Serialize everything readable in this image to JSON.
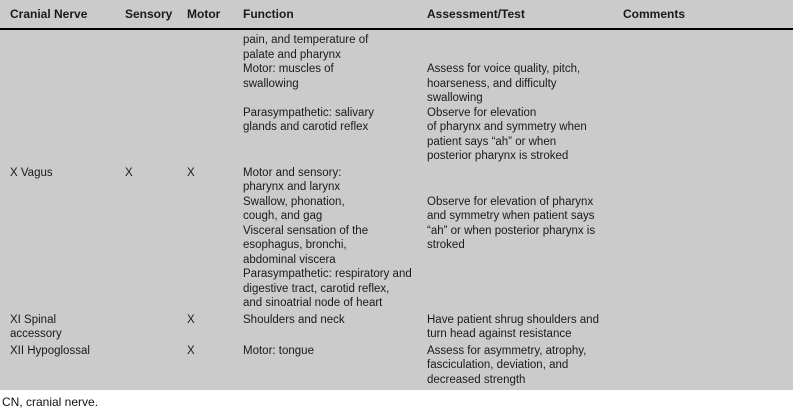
{
  "table": {
    "headers": [
      "Cranial Nerve",
      "Sensory",
      "Motor",
      "Function",
      "Assessment/Test",
      "Comments"
    ],
    "rows": [
      {
        "nerve": "",
        "sensory": "",
        "motor": "",
        "function": "pain, and temperature of\npalate and pharynx\nMotor: muscles of\nswallowing\n\nParasympathetic: salivary\nglands and carotid reflex",
        "assessment": "\n\nAssess for voice quality, pitch,\nhoarseness, and difficulty\nswallowing\nObserve for elevation\nof pharynx and symmetry when\npatient says “ah” or when\nposterior pharynx is stroked",
        "comments": ""
      },
      {
        "nerve": "X Vagus",
        "sensory": "X",
        "motor": "X",
        "function": "Motor and sensory:\npharynx and larynx\nSwallow, phonation,\ncough, and gag\nVisceral sensation of the\nesophagus, bronchi,\nabdominal viscera\nParasympathetic: respiratory and\ndigestive tract, carotid reflex,\nand sinoatrial node of heart",
        "assessment": "\n\nObserve for elevation of pharynx\nand symmetry when patient says\n“ah” or when posterior pharynx is\nstroked",
        "comments": ""
      },
      {
        "nerve": "XI Spinal\naccessory",
        "sensory": "",
        "motor": "X",
        "function": "Shoulders and neck",
        "assessment": "Have patient shrug shoulders and\nturn head against resistance",
        "comments": ""
      },
      {
        "nerve": "XII Hypoglossal",
        "sensory": "",
        "motor": "X",
        "function": "Motor: tongue",
        "assessment": "Assess for asymmetry, atrophy,\nfasciculation, deviation, and\ndecreased strength",
        "comments": ""
      }
    ],
    "footnote": "CN, cranial nerve."
  },
  "colors": {
    "table_background": "#cbcbcb",
    "text": "#1a1a1a",
    "header_rule": "#000000",
    "page_background": "#ffffff"
  }
}
